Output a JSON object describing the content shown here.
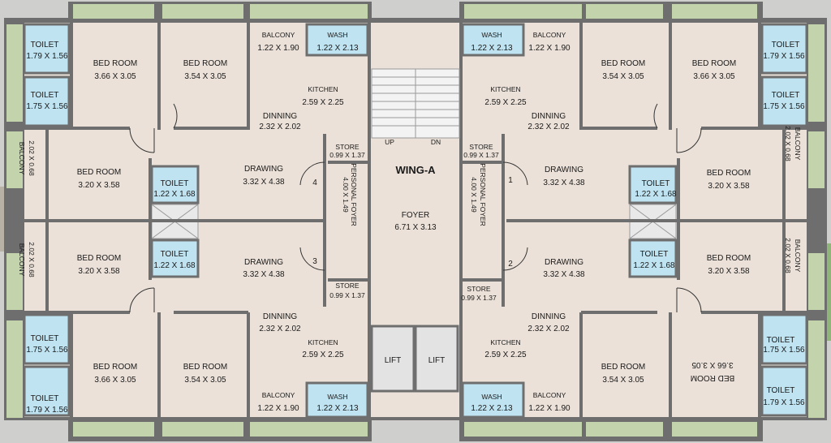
{
  "title": "WING-A",
  "stairs": {
    "up": "UP",
    "dn": "DN"
  },
  "foyer": {
    "name": "FOYER",
    "dim": "6.71 X 3.13"
  },
  "lifts": [
    "LIFT",
    "LIFT"
  ],
  "units": [
    {
      "number": "1",
      "toilet_a": {
        "name": "TOILET",
        "dim": "1.79 X 1.56"
      },
      "toilet_b": {
        "name": "TOILET",
        "dim": "1.75 X 1.56"
      },
      "bed_a": {
        "name": "BED ROOM",
        "dim": "3.66 X 3.05"
      },
      "bed_b": {
        "name": "BED ROOM",
        "dim": "3.54 X 3.05"
      },
      "balcony_small": {
        "name": "BALCONY",
        "dim": "1.22 X 1.90"
      },
      "wash": {
        "name": "WASH",
        "dim": "1.22 X 2.13"
      },
      "kitchen": {
        "name": "KITCHEN",
        "dim": "2.59 X 2.25"
      },
      "dinning": {
        "name": "DINNING",
        "dim": "2.32 X 2.02"
      },
      "store": {
        "name": "STORE",
        "dim": "0.99 X 1.37"
      },
      "balcony_side": {
        "name": "BALCONY",
        "dim": "2.02 X 0.68"
      },
      "bed_c": {
        "name": "BED ROOM",
        "dim": "3.20 X 3.58"
      },
      "toilet_c": {
        "name": "TOILET",
        "dim": "1.22 X 1.68"
      },
      "drawing": {
        "name": "DRAWING",
        "dim": "3.32 X 4.38"
      },
      "personal_foyer": {
        "name": "PERSONAL FOYER",
        "dim": "4.00 X 1.49"
      }
    },
    {
      "number": "2",
      "toilet_a": {
        "name": "TOILET",
        "dim": "1.79 X 1.56"
      },
      "toilet_b": {
        "name": "TOILET",
        "dim": "1.75 X 1.56"
      },
      "bed_a": {
        "name": "BED ROOM",
        "dim": "3.66 X 3.05"
      },
      "bed_b": {
        "name": "BED ROOM",
        "dim": "3.54 X 3.05"
      },
      "balcony_small": {
        "name": "BALCONY",
        "dim": "1.22 X 1.90"
      },
      "wash": {
        "name": "WASH",
        "dim": "1.22 X 2.13"
      },
      "kitchen": {
        "name": "KITCHEN",
        "dim": "2.59 X 2.25"
      },
      "dinning": {
        "name": "DINNING",
        "dim": "2.32 X 2.02"
      },
      "store": {
        "name": "STORE",
        "dim": "0.99 X 1.37"
      },
      "balcony_side": {
        "name": "BALCONY",
        "dim": "2.02 X 0.68"
      },
      "bed_c": {
        "name": "BED ROOM",
        "dim": "3.20 X 3.58"
      },
      "toilet_c": {
        "name": "TOILET",
        "dim": "1.22 X 1.68"
      },
      "drawing": {
        "name": "DRAWING",
        "dim": "3.32 X 4.38"
      },
      "personal_foyer": {
        "name": "PERSONAL FOYER",
        "dim": "4.00 X 1.49"
      }
    },
    {
      "number": "3",
      "toilet_a": {
        "name": "TOILET",
        "dim": "1.79 X 1.56"
      },
      "toilet_b": {
        "name": "TOILET",
        "dim": "1.75 X 1.56"
      },
      "bed_a": {
        "name": "BED ROOM",
        "dim": "3.66 X 3.05"
      },
      "bed_b": {
        "name": "BED ROOM",
        "dim": "3.54 X 3.05"
      },
      "balcony_small": {
        "name": "BALCONY",
        "dim": "1.22 X 1.90"
      },
      "wash": {
        "name": "WASH",
        "dim": "1.22 X 2.13"
      },
      "kitchen": {
        "name": "KITCHEN",
        "dim": "2.59 X 2.25"
      },
      "dinning": {
        "name": "DINNING",
        "dim": "2.32 X 2.02"
      },
      "store": {
        "name": "STORE",
        "dim": "0.99 X 1.37"
      },
      "balcony_side": {
        "name": "BALCONY",
        "dim": "2.02 X 0.68"
      },
      "bed_c": {
        "name": "BED ROOM",
        "dim": "3.20 X 3.58"
      },
      "toilet_c": {
        "name": "TOILET",
        "dim": "1.22 X 1.68"
      },
      "drawing": {
        "name": "DRAWING",
        "dim": "3.32 X 4.38"
      }
    },
    {
      "number": "4",
      "toilet_a": {
        "name": "TOILET",
        "dim": "1.79 X 1.56"
      },
      "toilet_b": {
        "name": "TOILET",
        "dim": "1.75 X 1.56"
      },
      "bed_a": {
        "name": "BED ROOM",
        "dim": "3.66 X 3.05"
      },
      "bed_b": {
        "name": "BED ROOM",
        "dim": "3.54 X 3.05"
      },
      "balcony_small": {
        "name": "BALCONY",
        "dim": "1.22 X 1.90"
      },
      "wash": {
        "name": "WASH",
        "dim": "1.22 X 2.13"
      },
      "kitchen": {
        "name": "KITCHEN",
        "dim": "2.59 X 2.25"
      },
      "dinning": {
        "name": "DINNING",
        "dim": "2.32 X 2.02"
      },
      "store": {
        "name": "STORE",
        "dim": "0.99 X 1.37"
      },
      "balcony_side": {
        "name": "BALCONY",
        "dim": "2.02 X 0.68"
      },
      "bed_c": {
        "name": "BED ROOM",
        "dim": "3.20 X 3.58"
      },
      "toilet_c": {
        "name": "TOILET",
        "dim": "1.22 X 1.68"
      },
      "drawing": {
        "name": "DRAWING",
        "dim": "3.32 X 4.38"
      },
      "personal_foyer": {
        "name": "PERSONAL FOYER",
        "dim": "4.00 X 1.49"
      }
    }
  ],
  "colors": {
    "floor": "#ebe1d8",
    "wet": "#bfe3f1",
    "balcony": "#c3d4ad",
    "wall": "#6e6e6e",
    "shaft": "#d9d9d9",
    "lift": "#e3e3e3",
    "background": "#c9c9c7"
  }
}
